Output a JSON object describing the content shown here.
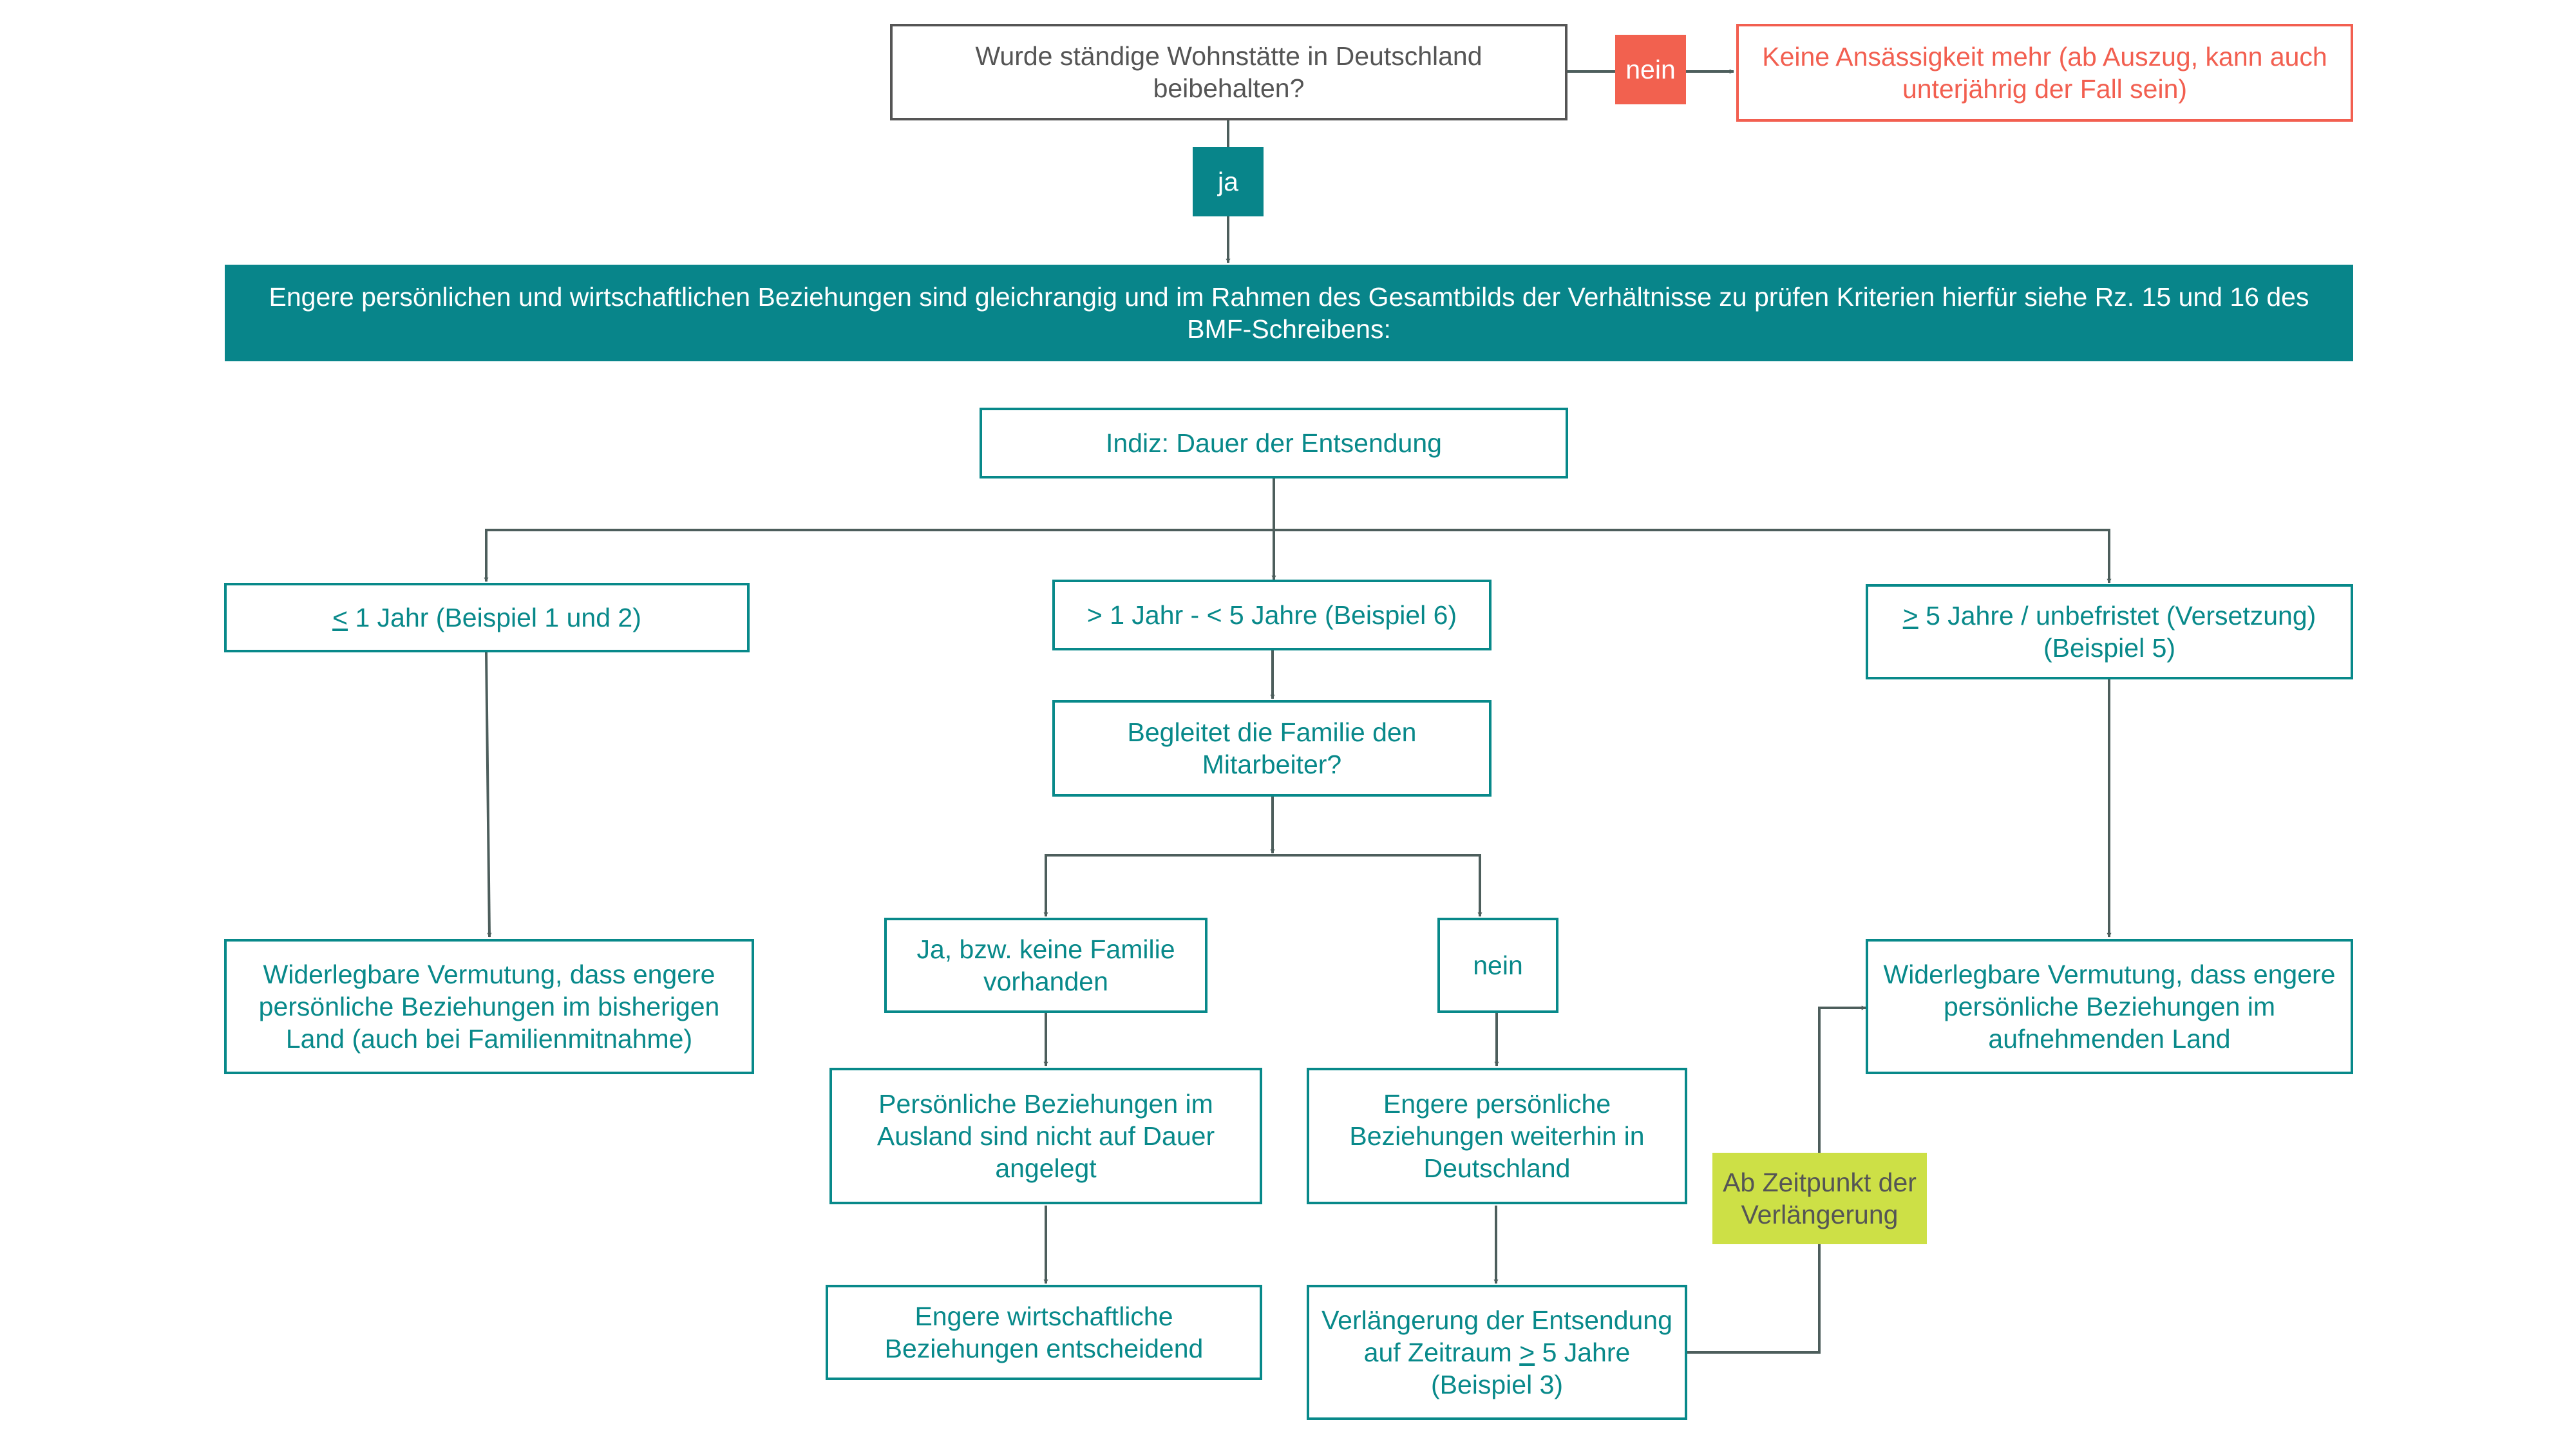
{
  "colors": {
    "teal": "#08898a",
    "gray": "#555555",
    "red": "#f25f50",
    "lime": "#cde046",
    "arrow": "#4d5e5c"
  },
  "nodes": {
    "q_wohnstaette": "Wurde ständige Wohnstätte in Deutschland beibehalten?",
    "nein_top": "nein",
    "keine_ansaessigkeit": "Keine Ansässigkeit mehr (ab Auszug, kann auch unterjährig der Fall sein)",
    "ja": "ja",
    "banner": "Engere persönlichen und wirtschaftlichen Beziehungen sind gleichrangig und im Rahmen des Gesamtbilds der Verhältnisse zu prüfen Kriterien hierfür siehe Rz. 15 und 16 des BMF-Schreibens:",
    "indiz": "Indiz: Dauer der Entsendung",
    "le1_sym": "<",
    "le1_rest": " 1 Jahr (Beispiel 1 und 2)",
    "mid_range": "> 1 Jahr - < 5 Jahre (Beispiel 6)",
    "ge5_sym": ">",
    "ge5_rest": " 5 Jahre / unbefristet (Versetzung) (Beispiel 5)",
    "familie_frage": "Begleitet die Familie den Mitarbeiter?",
    "ja_familie": "Ja, bzw. keine Familie vorhanden",
    "nein_familie": "nein",
    "vermutung_bisherig": "Widerlegbare Vermutung, dass engere persönliche Beziehungen im bisherigen Land (auch bei Familienmitnahme)",
    "vermutung_aufnehmend": "Widerlegbare Vermutung, dass engere persönliche Beziehungen im aufnehmenden Land",
    "pers_ausland": "Persönliche Beziehungen im Ausland sind nicht auf Dauer angelegt",
    "engere_pers_de": "Engere persönliche Beziehungen weiterhin in Deutschland",
    "wirtschaftlich": "Engere wirtschaftliche Beziehungen entscheidend",
    "verl_pre": "Verlängerung der Entsendung auf Zeitraum ",
    "verl_sym": ">",
    "verl_post": " 5 Jahre (Beispiel 3)",
    "ab_zeitpunkt": "Ab Zeitpunkt der Verlängerung"
  }
}
